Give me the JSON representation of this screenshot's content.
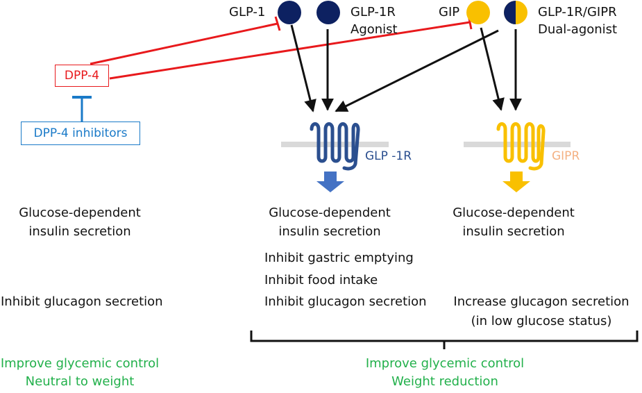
{
  "ligands": {
    "glp1": "GLP-1",
    "glp1r_agonist": [
      "GLP-1R",
      "Agonist"
    ],
    "gip": "GIP",
    "dual_agonist": [
      "GLP-1R/GIPR",
      "Dual-agonist"
    ]
  },
  "enzymes": {
    "dpp4": "DPP-4",
    "dpp4_inhibitors": "DPP-4 inhibitors"
  },
  "receptors": {
    "glp1r": "GLP -1R",
    "gipr": "GIPR"
  },
  "columns": {
    "dpp4i": {
      "insulin": [
        "Glucose-dependent",
        "insulin secretion"
      ],
      "glucagon": "Inhibit glucagon secretion",
      "outcome": [
        "Improve glycemic control",
        "Neutral to weight"
      ]
    },
    "glp1r": {
      "insulin": [
        "Glucose-dependent",
        "insulin secretion"
      ],
      "effects": [
        "Inhibit gastric emptying",
        "Inhibit food intake",
        "Inhibit glucagon secretion"
      ]
    },
    "gipr": {
      "insulin": [
        "Glucose-dependent",
        "insulin secretion"
      ],
      "glucagon": [
        "Increase glucagon secretion",
        "(in low glucose status)"
      ]
    },
    "combined_outcome": [
      "Improve glycemic control",
      "Weight reduction"
    ]
  },
  "colors": {
    "navy": "#0d2161",
    "gold": "#f9c000",
    "red": "#e8191c",
    "blue": "#1a7ac8",
    "glp1r_receptor": "#2b4f8f",
    "glp1r_arrow": "#4472c4",
    "gipr_label": "#f4b183",
    "membrane": "#d9d9d9",
    "green": "#22b04b"
  }
}
